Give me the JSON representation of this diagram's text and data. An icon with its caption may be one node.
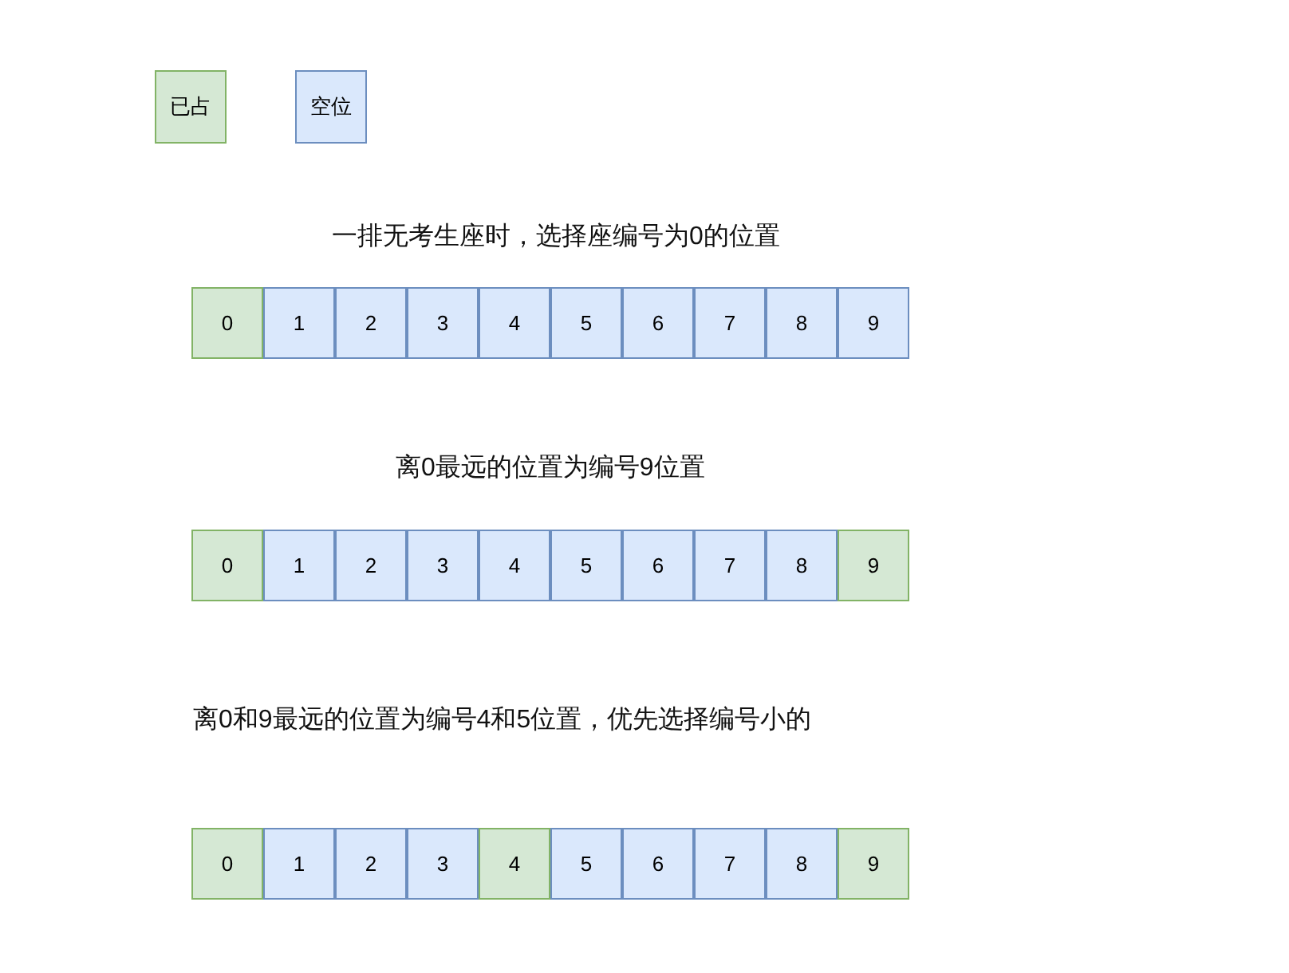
{
  "diagram": {
    "nodes": [
      {
        "text": [
          "0"
        ]
      },
      {
        "text": [
          "1"
        ]
      },
      {
        "text": [
          "2"
        ]
      },
      {
        "text": [
          "3"
        ]
      },
      {
        "text": [
          "4"
        ]
      },
      {
        "text": [
          "5"
        ]
      },
      {
        "text": [
          "6"
        ]
      },
      {
        "text": [
          "7"
        ]
      },
      {
        "text": [
          "8"
        ]
      },
      {
        "text": [
          "9"
        ]
      },
      {
        "text": [
          "0"
        ]
      },
      {
        "text": [
          "1"
        ]
      },
      {
        "text": [
          "2"
        ]
      },
      {
        "text": [
          "3"
        ]
      },
      {
        "text": [
          "4"
        ]
      },
      {
        "text": [
          "5"
        ]
      },
      {
        "text": [
          "6"
        ]
      },
      {
        "text": [
          "7"
        ]
      },
      {
        "text": [
          "8"
        ]
      },
      {
        "text": [
          "9"
        ]
      },
      {
        "text": [
          "0"
        ]
      },
      {
        "text": [
          "1"
        ]
      },
      {
        "text": [
          "2"
        ]
      },
      {
        "text": [
          "3"
        ]
      },
      {
        "text": [
          "4"
        ]
      },
      {
        "text": [
          "5"
        ]
      },
      {
        "text": [
          "6"
        ]
      },
      {
        "text": [
          "7"
        ]
      },
      {
        "text": [
          "8"
        ]
      },
      {
        "text": [
          "9"
        ]
      }
    ],
    "labels": [
      "一排无考生座时，选择座编号为0的位置",
      "离0最远的位置为编号9位置",
      "离0和9最远的位置为编号4和5位置，优先选择编号小的"
    ],
    "legend": [
      {
        "text": "已占",
        "color": "#d5e8d4"
      },
      {
        "text": "空位",
        "color": "#dae8fc"
      }
    ]
  }
}
